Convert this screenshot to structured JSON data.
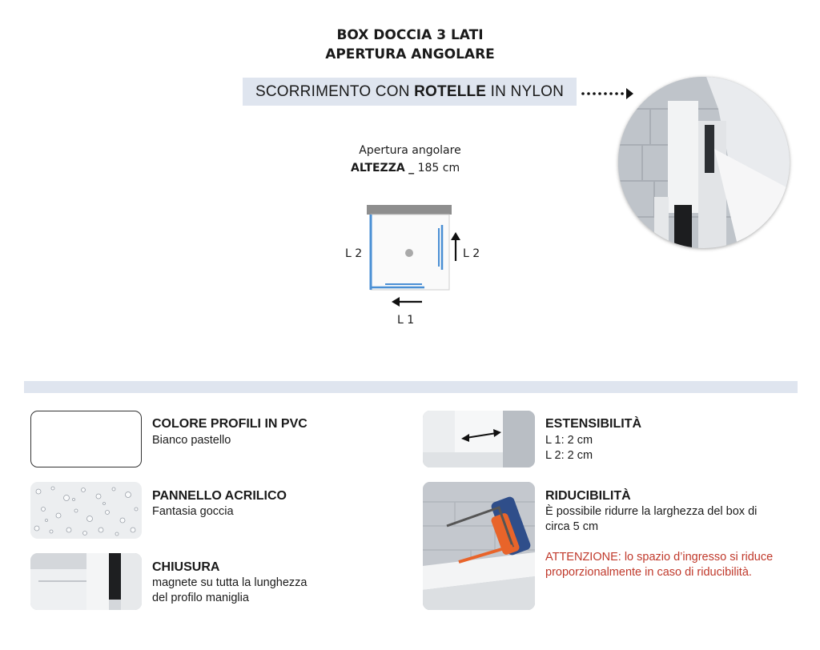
{
  "header": {
    "title_line1": "BOX DOCCIA 3 LATI",
    "title_line2": "APERTURA ANGOLARE"
  },
  "sliding": {
    "text_before": "SCORRIMENTO CON ",
    "text_bold": "ROTELLE",
    "text_after": " IN NYLON"
  },
  "diagram": {
    "caption": "Apertura angolare",
    "height_label": "ALTEZZA",
    "height_sep": "_",
    "height_value": "185 cm",
    "left_label": "L 2",
    "right_label": "L 2",
    "bottom_label": "L 1"
  },
  "features": [
    {
      "title": "COLORE PROFILI IN PVC",
      "lines": [
        "Bianco pastello"
      ]
    },
    {
      "title": "PANNELLO ACRILICO",
      "lines": [
        "Fantasia goccia"
      ]
    },
    {
      "title": "CHIUSURA",
      "lines": [
        "magnete su tutta la lunghezza",
        "del profilo maniglia"
      ]
    },
    {
      "title": "ESTENSIBILITÀ",
      "lines": [
        "L 1: 2 cm",
        "L 2: 2 cm"
      ]
    },
    {
      "title": "RIDUCIBILITÀ",
      "lines": [
        "È possibile ridurre la larghezza del box di",
        "circa 5 cm"
      ],
      "warning_lines": [
        "ATTENZIONE: lo spazio d’ingresso si riduce",
        "proporzionalmente in caso di riducibilità."
      ]
    }
  ],
  "colors": {
    "band": "#dfe5ef",
    "profile_blue": "#4a8fd4",
    "warning": "#c0392b"
  },
  "icons": {
    "arrow": "dotted-arrow-right-icon",
    "extend": "double-arrow-icon"
  }
}
